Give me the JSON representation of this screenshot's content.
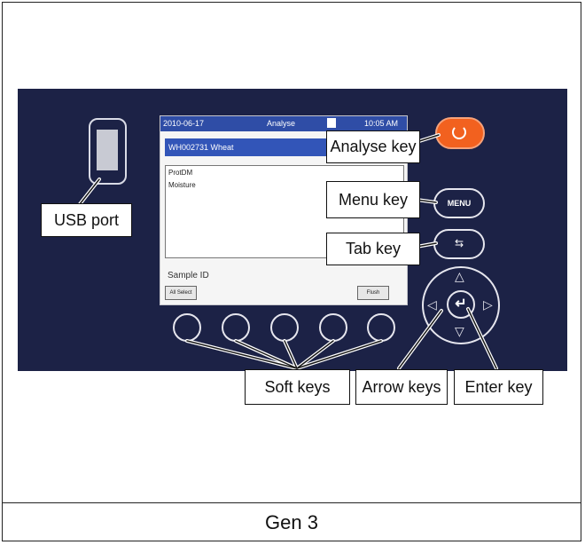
{
  "caption": "Gen 3",
  "screen": {
    "date": "2010-06-17",
    "mode": "Analyse",
    "time": "10:05 AM",
    "sample_name": "WH002731 Wheat",
    "results": [
      "ProtDM",
      "Moisture"
    ],
    "footer_label": "Sample ID",
    "left_soft_label": "All Select",
    "right_soft_label": "Flush"
  },
  "keys": {
    "menu_label": "MENU",
    "tab_glyph": "⇆",
    "enter_glyph": "↵"
  },
  "labels": {
    "usb_port": "USB port",
    "analyse_key": "Analyse key",
    "menu_key": "Menu key",
    "tab_key": "Tab key",
    "soft_keys": "Soft keys",
    "arrow_keys": "Arrow keys",
    "enter_key": "Enter key"
  },
  "colors": {
    "panel": "#1c2246",
    "analyse_key": "#f2611f",
    "status_bar": "#2f4da6"
  }
}
